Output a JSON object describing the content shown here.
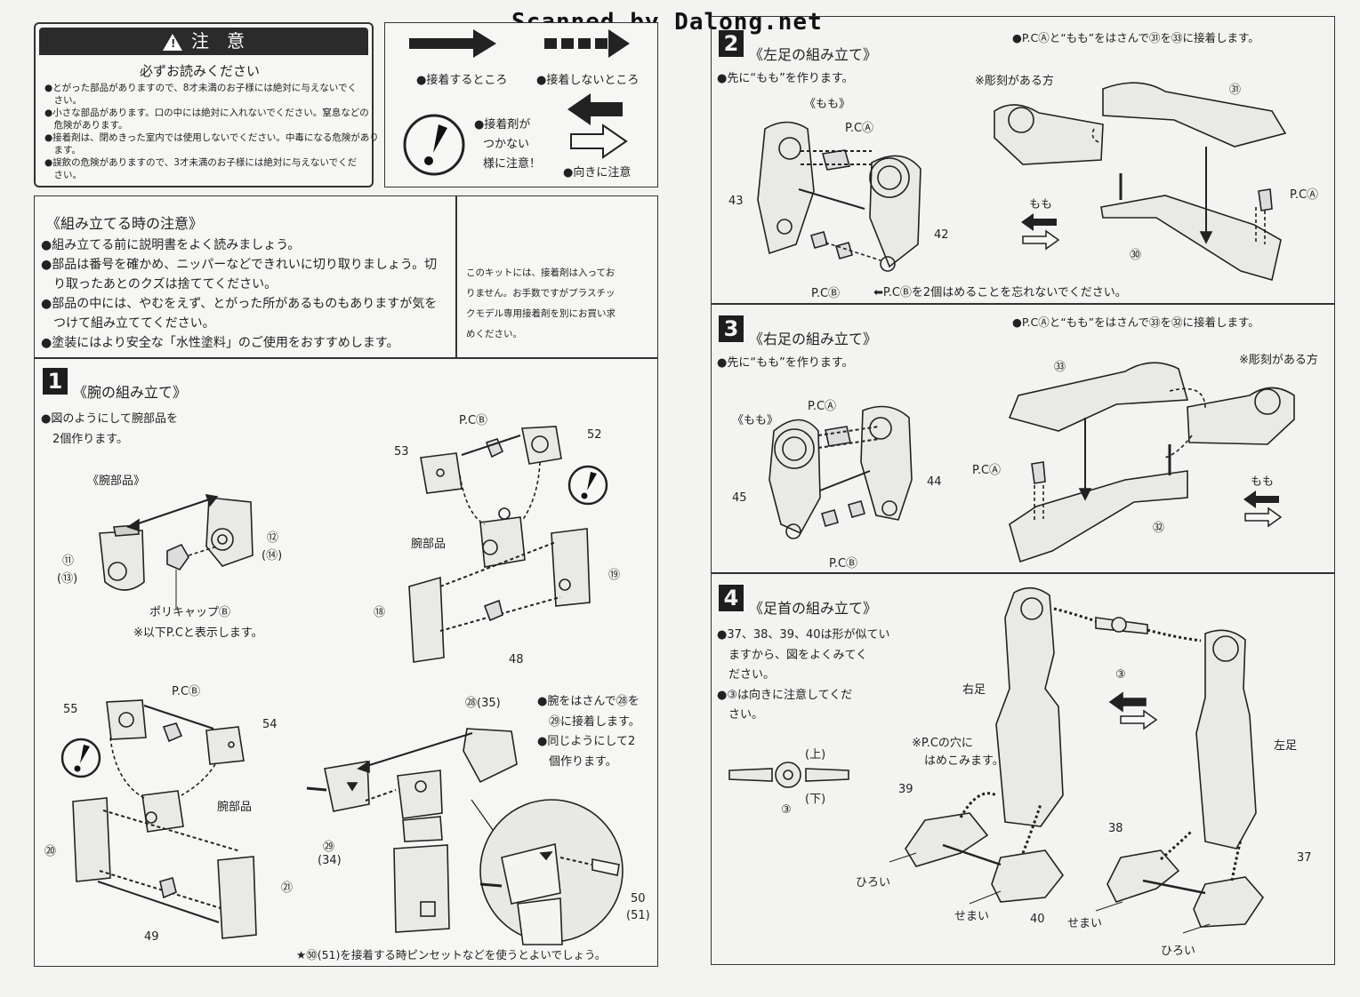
{
  "credit": "Scanned by Dalong.net",
  "caution": {
    "title": "注　意",
    "subtitle": "必ずお読みください",
    "items": [
      "●とがった部品がありますので、8才未満のお子様には絶対に与えないでく",
      "　さい。",
      "●小さな部品があります。口の中には絶対に入れないでください。窒息などの",
      "　危険があります。",
      "●接着剤は、閉めきった室内では使用しないでください。中毒になる危険があり",
      "　ます。",
      "●誤飲の危険がありますので、3才未満のお子様には絶対に与えないでくだ",
      "　さい。"
    ]
  },
  "legend": {
    "glue": "●接着するところ",
    "no_glue": "●接着しないところ",
    "warn_lines": [
      "●接着剤が",
      "つかない",
      "様に注意！"
    ],
    "direction": "●向きに注意"
  },
  "assembly_notes": {
    "title": "《組み立てる時の注意》",
    "items": [
      "●組み立てる前に説明書をよく読みましょう。",
      "●部品は番号を確かめ、ニッパーなどできれいに切り取りましょう。切",
      "　り取ったあとのクズは捨ててください。",
      "●部品の中には、やむをえず、とがった所があるものもありますが気を",
      "　つけて組み立ててください。",
      "●塗装にはより安全な「水性塗料」のご使用をおすすめします。"
    ],
    "side_note": [
      "このキットには、接着剤は入ってお",
      "りません。お手数ですがプラスチッ",
      "クモデル専用接着剤を別にお買い求",
      "めください。"
    ]
  },
  "step1": {
    "num": "1",
    "title": "《腕の組み立て》",
    "desc": [
      "●図のようにして腕部品を",
      "　2個作ります。"
    ],
    "arm_part": "《腕部品》",
    "polycap": "ポリキャップⒷ",
    "pc_note": "※以下P.Cと表示します。",
    "pcb": "P.CⒷ",
    "arm_label": "腕部品",
    "glue_note": [
      "●腕をはさんで㉘を",
      "　㉙に接着します。",
      "●同じようにして2",
      "　個作ります。"
    ],
    "tweezers": "★㊿(51)を接着する時ピンセットなどを使うとよいでしょう。",
    "parts": {
      "p11": "⑪",
      "p13": "(⑬)",
      "p12": "⑫",
      "p14": "(⑭)",
      "p53": "53",
      "p52": "52",
      "p19": "⑲",
      "p18": "⑱",
      "p48": "48",
      "p55": "55",
      "p54": "54",
      "p20": "⑳",
      "p21": "㉑",
      "p49": "49",
      "p28": "㉘(35)",
      "p29": "㉙",
      "p34": "(34)",
      "p50": "50",
      "p51": "(51)"
    }
  },
  "step2": {
    "num": "2",
    "title": "《左足の組み立て》",
    "header": "●P.CⒶと“もも”をはさんで㉛を㉝に接着します。",
    "desc": "●先に“もも”を作ります。",
    "momo": "《もも》",
    "pca": "P.CⒶ",
    "pcb": "P.CⒷ",
    "engrave": "※彫刻がある方",
    "momo_label": "もも",
    "footer": "⬅P.CⒷを2個はめることを忘れないでください。",
    "parts": {
      "p43": "43",
      "p42": "42",
      "p31": "㉛",
      "p30": "㉚"
    }
  },
  "step3": {
    "num": "3",
    "title": "《右足の組み立て》",
    "header": "●P.CⒶと“もも”をはさんで㉝を㉜に接着します。",
    "desc": "●先に“もも”を作ります。",
    "momo": "《もも》",
    "pca": "P.CⒶ",
    "pcb": "P.CⒷ",
    "engrave": "※彫刻がある方",
    "momo_label": "もも",
    "parts": {
      "p33": "㉝",
      "p45": "45",
      "p44": "44",
      "p32": "㉜"
    }
  },
  "step4": {
    "num": "4",
    "title": "《足首の組み立て》",
    "desc": [
      "●37、38、39、40は形が似てい",
      "　ますから、図をよくみてく",
      "　ださい。",
      "●③は向きに注意してくだ",
      "　さい。"
    ],
    "up": "(上)",
    "down": "(下)",
    "pc_hole": [
      "※P.Cの穴に",
      "はめこみます。"
    ],
    "right_leg": "右足",
    "left_leg": "左足",
    "wide": "ひろい",
    "narrow": "せまい",
    "parts": {
      "p3": "③",
      "p39": "39",
      "p40": "40",
      "p38": "38",
      "p37": "37"
    }
  }
}
